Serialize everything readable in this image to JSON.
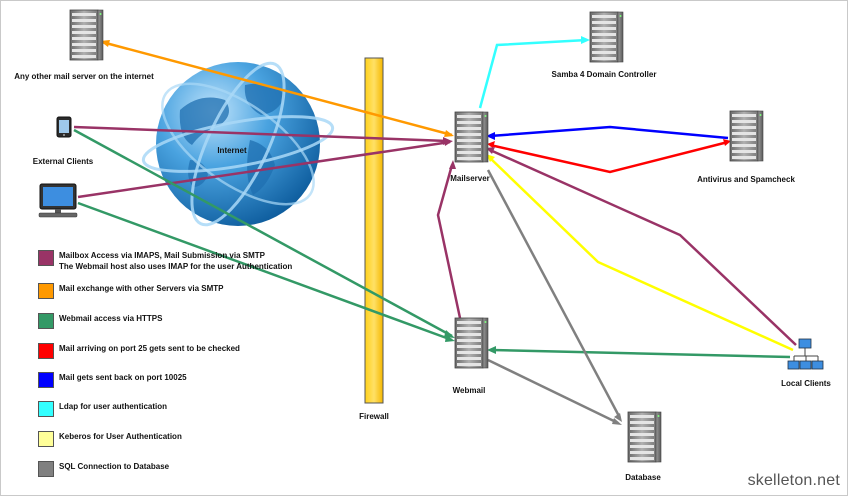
{
  "nodes": {
    "other_mail_server": "Any other mail server on the internet",
    "samba": "Samba 4 Domain Controller",
    "external_clients": "External Clients",
    "internet": "Internet",
    "mailserver": "Mailserver",
    "antivirus": "Antivirus and Spamcheck",
    "firewall": "Firewall",
    "webmail": "Webmail",
    "local_clients": "Local Clients",
    "database": "Database"
  },
  "legend": [
    {
      "color": "#993366",
      "lines": [
        "Mailbox Access via IMAPS, Mail Submission via SMTP",
        "The Webmail host also uses IMAP for the user Authentication"
      ]
    },
    {
      "color": "#ff9900",
      "lines": [
        "Mail exchange with other Servers via SMTP"
      ]
    },
    {
      "color": "#339966",
      "lines": [
        "Webmail access via HTTPS"
      ]
    },
    {
      "color": "#ff0000",
      "lines": [
        "Mail arriving on port 25 gets sent to be checked"
      ]
    },
    {
      "color": "#0000ff",
      "lines": [
        "Mail gets sent back on port 10025"
      ]
    },
    {
      "color": "#33ffff",
      "lines": [
        "Ldap for user authentication"
      ]
    },
    {
      "color": "#ffff99",
      "lines": [
        "Keberos for User Authentication"
      ]
    },
    {
      "color": "#808080",
      "lines": [
        "SQL Connection to Database"
      ]
    }
  ],
  "colors": {
    "imap": "#993366",
    "smtp_external": "#ff9900",
    "https": "#339966",
    "port25": "#ff0000",
    "port10025": "#0000ff",
    "ldap": "#33ffff",
    "kerberos": "#ffff00",
    "sql": "#808080",
    "firewall": "#ffcc00"
  },
  "watermark": "skelleton.net"
}
